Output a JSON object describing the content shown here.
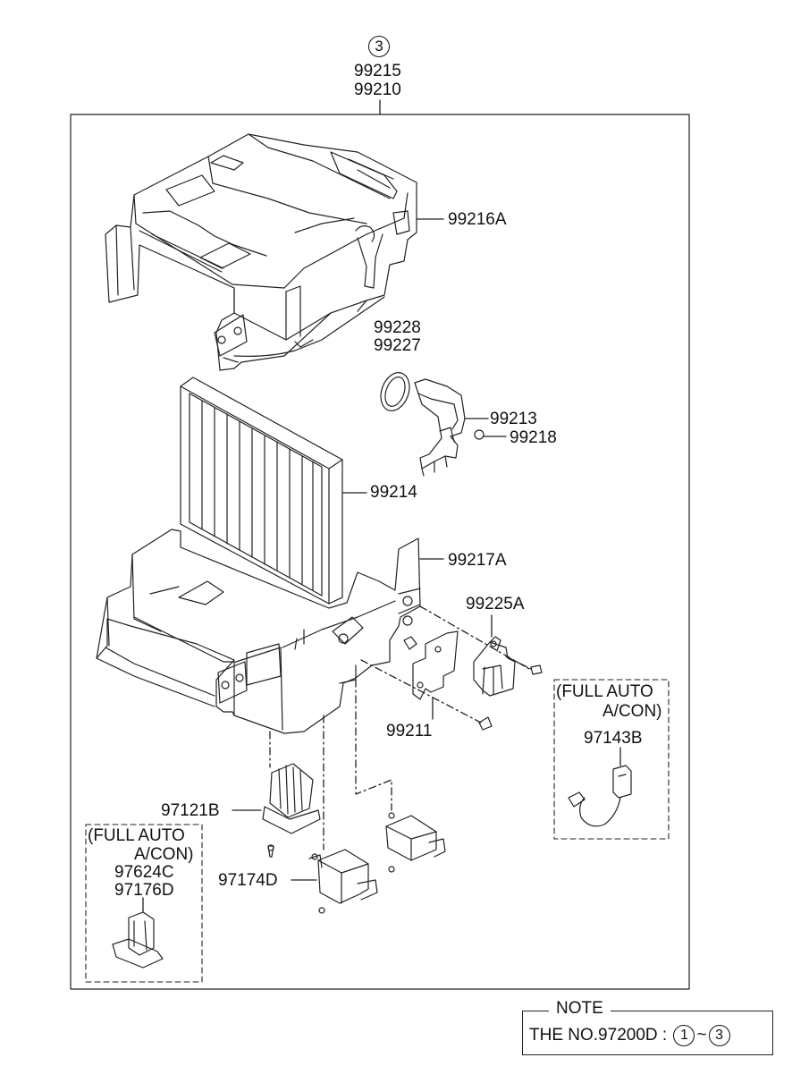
{
  "header": {
    "group_number": "3",
    "part_top": "99215",
    "part_bottom": "99210"
  },
  "parts": {
    "p99216A": "99216A",
    "p99228": "99228",
    "p99227": "99227",
    "p99213": "99213",
    "p99218": "99218",
    "p99214": "99214",
    "p99217A": "99217A",
    "p99225A": "99225A",
    "p99211": "99211",
    "p97143B": "97143B",
    "p97121B": "97121B",
    "p97174D": "97174D",
    "p97624C": "97624C",
    "p97176D": "97176D"
  },
  "options": {
    "right_line1": "(FULL AUTO",
    "right_line2": "A/CON)",
    "left_line1": "(FULL AUTO",
    "left_line2": "A/CON)"
  },
  "note": {
    "title": "NOTE",
    "text": "THE NO.97200D :",
    "from": "1",
    "tilde": "~",
    "to": "3"
  }
}
